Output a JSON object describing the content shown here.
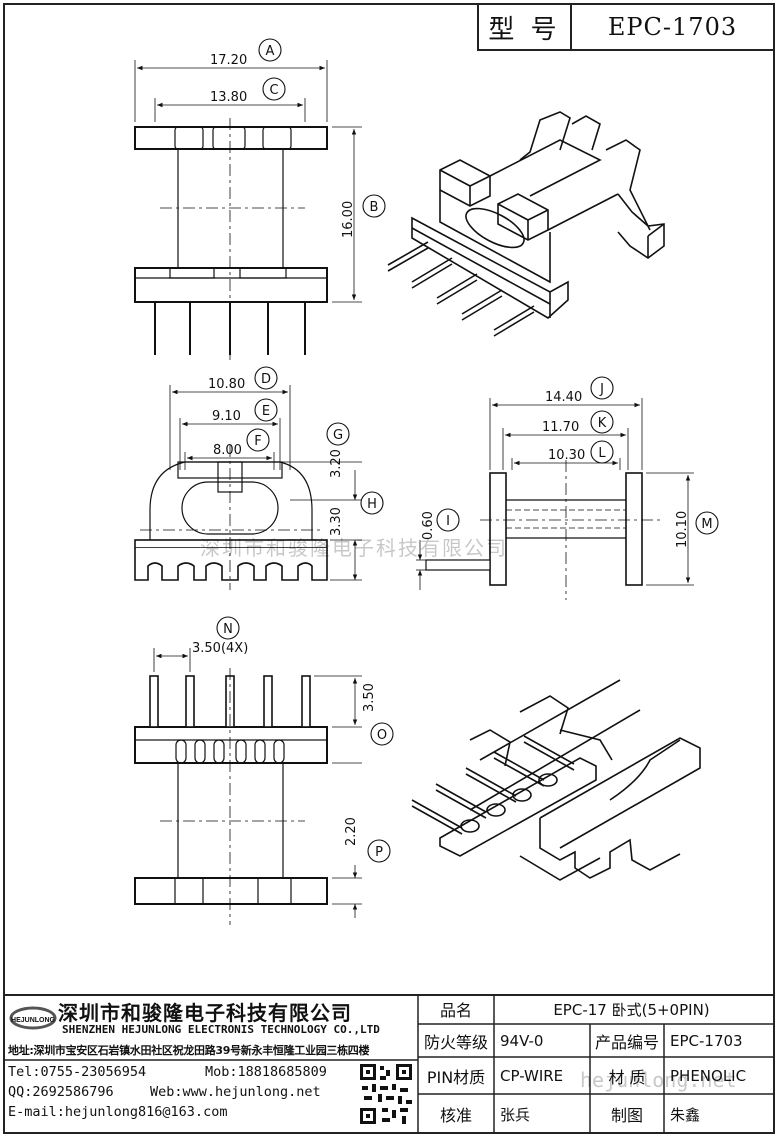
{
  "header": {
    "label": "型 号",
    "value": "EPC-1703"
  },
  "dimensions": {
    "A": "17.20",
    "C": "13.80",
    "B": "16.00",
    "D": "10.80",
    "E": "9.10",
    "F": "8.00",
    "G": "3.20",
    "H": "3.30",
    "J": "14.40",
    "K": "11.70",
    "L": "10.30",
    "I": "0.60",
    "M": "10.10",
    "N": "3.50(4X)",
    "O": "3.50",
    "P": "2.20"
  },
  "letters": [
    "A",
    "B",
    "C",
    "D",
    "E",
    "F",
    "G",
    "H",
    "I",
    "J",
    "K",
    "L",
    "M",
    "N",
    "O",
    "P"
  ],
  "watermark": "深圳市和骏隆电子科技有限公司",
  "watermark_url": "hejunlong.net",
  "company": {
    "logo_text": "HEJUNLONG",
    "name_cn": "深圳市和骏隆电子科技有限公司",
    "name_en": "SHENZHEN HEJUNLONG ELECTRONIS TECHNOLOGY CO.,LTD",
    "address": "地址:深圳市宝安区石岩镇水田社区祝龙田路39号新永丰恒隆工业园三栋四楼",
    "tel": "Tel:0755-23056954",
    "mob": "Mob:18818685809",
    "qq": "QQ:2692586796",
    "web": "Web:www.hejunlong.net",
    "email": "E-mail:hejunlong816@163.com"
  },
  "table": {
    "name_label": "品名",
    "name_value": "EPC-17 卧式(5+0PIN)",
    "fire_label": "防火等级",
    "fire_value": "94V-0",
    "code_label": "产品编号",
    "code_value": "EPC-1703",
    "pin_label": "PIN材质",
    "pin_value": "CP-WIRE",
    "mat_label": "材 质",
    "mat_value": "PHENOLIC",
    "check_label": "核准",
    "check_value": "张兵",
    "draw_label": "制图",
    "draw_value": "朱鑫"
  }
}
